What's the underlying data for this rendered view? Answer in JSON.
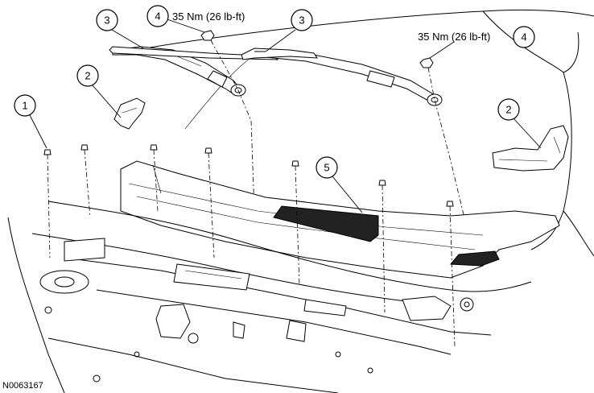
{
  "figure_id": "N0063167",
  "callouts": {
    "c1": "1",
    "c2_left": "2",
    "c2_right": "2",
    "c3_left": "3",
    "c3_right": "3",
    "c4_left": "4",
    "c4_right": "4",
    "c5": "5"
  },
  "torque": {
    "left": "35 Nm (26 lb-ft)",
    "right": "35 Nm (26 lb-ft)"
  }
}
